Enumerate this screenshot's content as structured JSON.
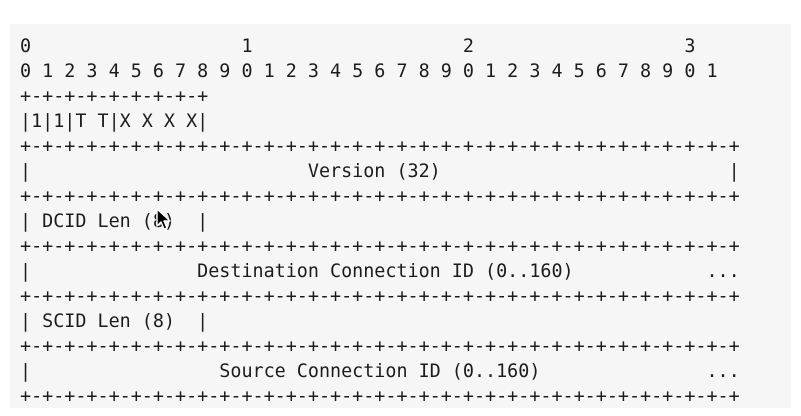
{
  "packet_header_diagram": {
    "lines": [
      "0                   1                   2                   3",
      "0 1 2 3 4 5 6 7 8 9 0 1 2 3 4 5 6 7 8 9 0 1 2 3 4 5 6 7 8 9 0 1",
      "+-+-+-+-+-+-+-+-+",
      "|1|1|T T|X X X X|",
      "+-+-+-+-+-+-+-+-+-+-+-+-+-+-+-+-+-+-+-+-+-+-+-+-+-+-+-+-+-+-+-+-+",
      "|                         Version (32)                          |",
      "+-+-+-+-+-+-+-+-+-+-+-+-+-+-+-+-+-+-+-+-+-+-+-+-+-+-+-+-+-+-+-+-+",
      "| DCID Len (8)  |",
      "+-+-+-+-+-+-+-+-+-+-+-+-+-+-+-+-+-+-+-+-+-+-+-+-+-+-+-+-+-+-+-+-+",
      "|               Destination Connection ID (0..160)            ...",
      "+-+-+-+-+-+-+-+-+-+-+-+-+-+-+-+-+-+-+-+-+-+-+-+-+-+-+-+-+-+-+-+-+",
      "| SCID Len (8)  |",
      "+-+-+-+-+-+-+-+-+-+-+-+-+-+-+-+-+-+-+-+-+-+-+-+-+-+-+-+-+-+-+-+-+",
      "|                 Source Connection ID (0..160)               ...",
      "+-+-+-+-+-+-+-+-+-+-+-+-+-+-+-+-+-+-+-+-+-+-+-+-+-+-+-+-+-+-+-+-+"
    ]
  },
  "cursor": {
    "icon": "mouse-pointer-icon"
  }
}
